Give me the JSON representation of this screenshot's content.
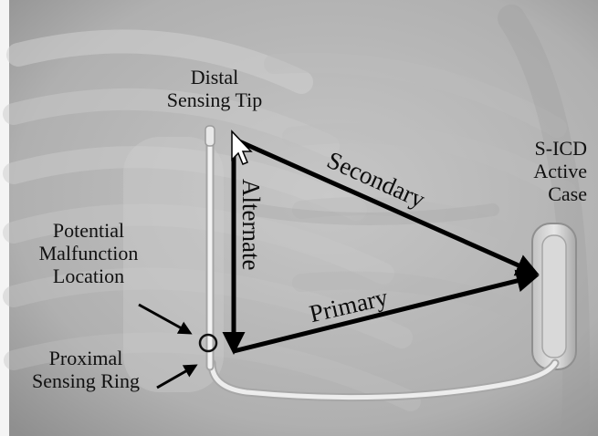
{
  "labels": {
    "distal": [
      "Distal",
      "Sensing Tip"
    ],
    "case": [
      "S-ICD",
      "Active",
      "Case"
    ],
    "malfunction": [
      "Potential",
      "Malfunction",
      "Location"
    ],
    "proximal": [
      "Proximal",
      "Sensing Ring"
    ]
  },
  "vectors": {
    "secondary": "Secondary",
    "alternate": "Alternate",
    "primary": "Primary"
  },
  "colors": {
    "vector": "#000000",
    "lead": "#e9e9e9",
    "background": "#b9b9b9"
  }
}
